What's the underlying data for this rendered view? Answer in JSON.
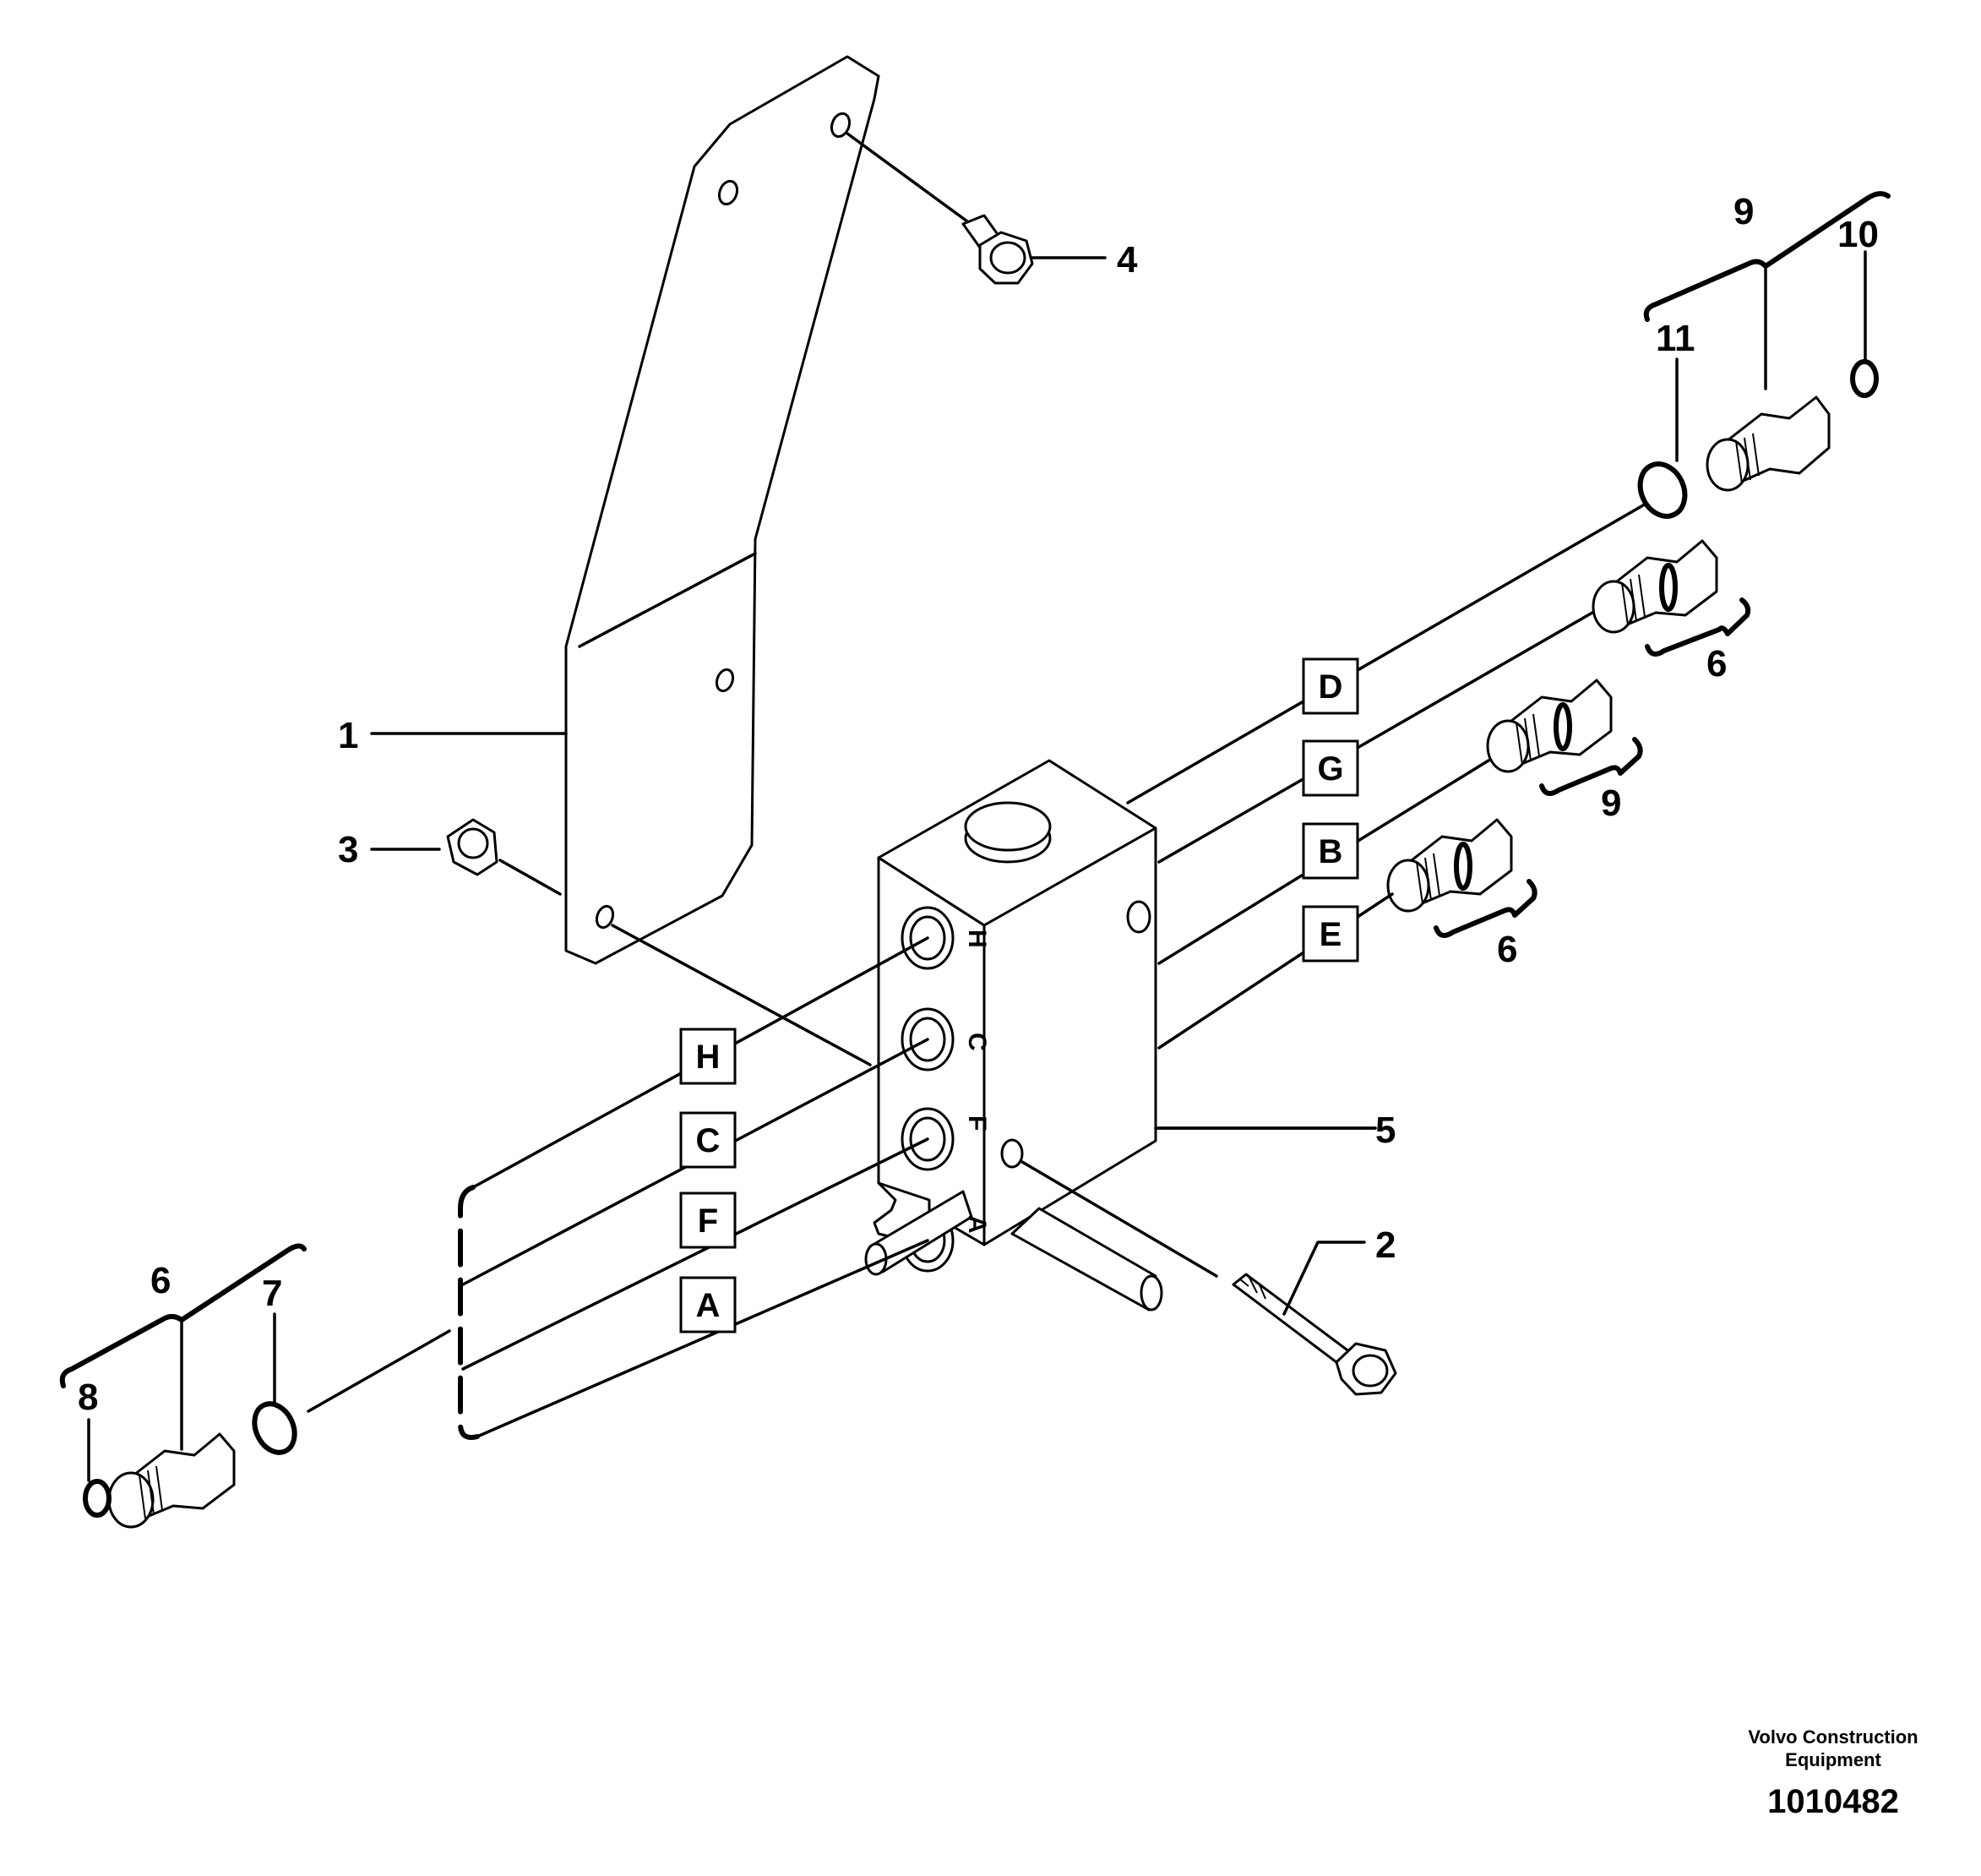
{
  "callouts": {
    "c1": "1",
    "c2": "2",
    "c3": "3",
    "c4": "4",
    "c5": "5",
    "c6a": "6",
    "c6b": "6",
    "c6c": "6",
    "c7": "7",
    "c8": "8",
    "c9a": "9",
    "c9b": "9",
    "c10": "10",
    "c11": "11"
  },
  "ports": {
    "D": "D",
    "G": "G",
    "B": "B",
    "E": "E",
    "H": "H",
    "C": "C",
    "F": "F",
    "A": "A"
  },
  "block_markings": [
    "H",
    "C",
    "F",
    "A"
  ],
  "footer": {
    "brand_line1": "Volvo Construction",
    "brand_line2": "Equipment",
    "doc_number": "1010482"
  }
}
